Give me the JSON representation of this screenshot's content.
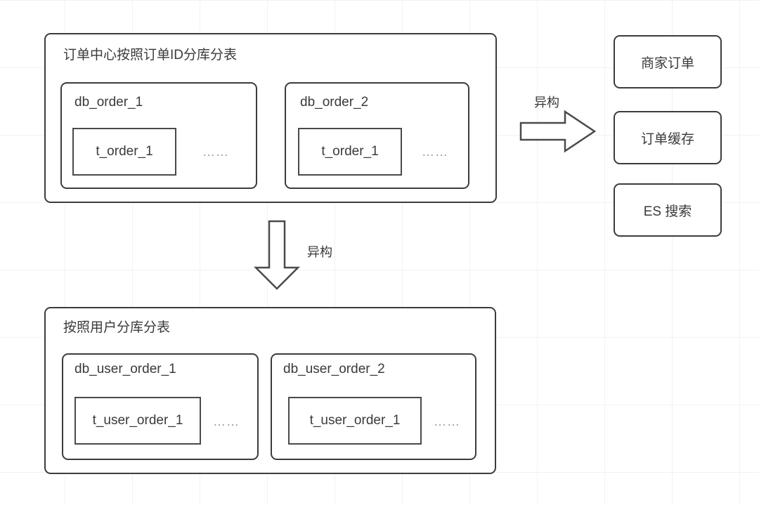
{
  "diagram": {
    "title_order_center": "订单中心按照订单ID分库分表",
    "title_user_shard": "按照用户分库分表",
    "ellipsis": "……",
    "arrow_label_right": "异构",
    "arrow_label_down": "异构",
    "colors": {
      "background": "#ffffff",
      "grid_line": "#f2f2f2",
      "box_border": "#3c3c3c",
      "table_border": "#4a4a4a",
      "text": "#3a3a3a",
      "ellipsis_text": "#9a9a9a"
    }
  },
  "order_center": {
    "title": "订单中心按照订单ID分库分表",
    "databases": [
      {
        "name": "db_order_1",
        "table": "t_order_1",
        "more": "……"
      },
      {
        "name": "db_order_2",
        "table": "t_order_1",
        "more": "……"
      }
    ]
  },
  "user_shard": {
    "title": "按照用户分库分表",
    "databases": [
      {
        "name": "db_user_order_1",
        "table": "t_user_order_1",
        "more": "……"
      },
      {
        "name": "db_user_order_2",
        "table": "t_user_order_1",
        "more": "……"
      }
    ]
  },
  "targets": [
    {
      "label": "商家订单"
    },
    {
      "label": "订单缓存"
    },
    {
      "label": "ES 搜索"
    }
  ],
  "arrows": {
    "right": {
      "label": "异构",
      "direction": "right"
    },
    "down": {
      "label": "异构",
      "direction": "down"
    }
  }
}
